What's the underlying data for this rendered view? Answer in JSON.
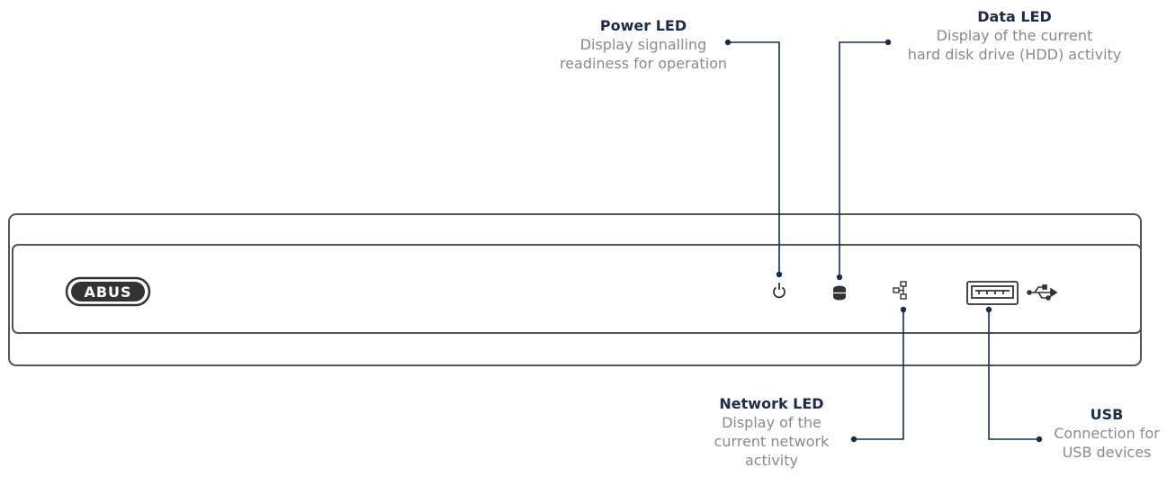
{
  "brand": {
    "logo_text": "ABUS"
  },
  "callouts": {
    "power": {
      "title": "Power LED",
      "lines": [
        "Display signalling",
        "readiness for operation"
      ]
    },
    "data": {
      "title": "Data LED",
      "lines": [
        "Display of the current",
        "hard disk drive (HDD) activity"
      ]
    },
    "network": {
      "title": "Network LED",
      "lines": [
        "Display of the",
        "current network",
        "activity"
      ]
    },
    "usb": {
      "title": "USB",
      "lines": [
        "Connection for",
        "USB devices"
      ]
    }
  },
  "icons": {
    "power": "power-icon",
    "data": "hdd-icon",
    "network": "network-icon",
    "usb_port": "usb-port",
    "usb_symbol": "usb-symbol-icon"
  },
  "colors": {
    "leader_line": "#1d2b4a",
    "title_text": "#1d2b4a",
    "description_text": "#8a8a8a",
    "device_outline": "#555555"
  }
}
